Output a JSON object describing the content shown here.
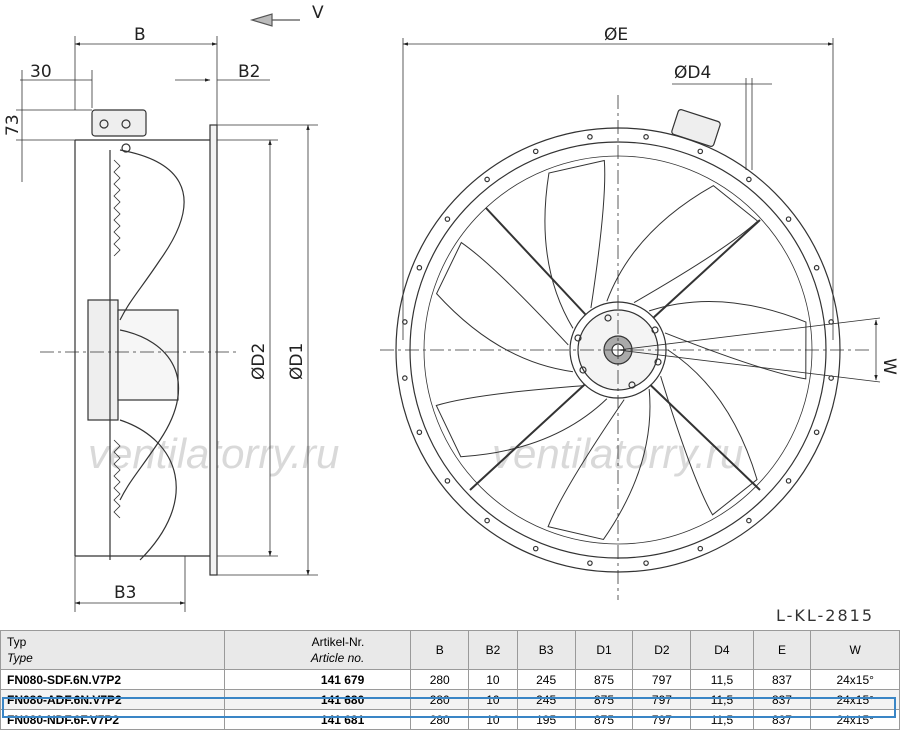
{
  "drawing": {
    "labels": {
      "flow": "V",
      "B": "B",
      "B2": "B2",
      "B3": "B3",
      "d30": "30",
      "d73": "73",
      "D1": "ØD1",
      "D2": "ØD2",
      "E": "ØE",
      "D4": "ØD4",
      "W": "W"
    },
    "watermark": "ventilatorry.ru",
    "code": "L-KL-2815",
    "colors": {
      "line": "#333333",
      "hub": "#aaaaaa",
      "highlight": "#3a86c6",
      "header_bg": "#e9e9e9"
    }
  },
  "table": {
    "headers": [
      {
        "main": "Typ",
        "sub": "Type"
      },
      {
        "main": "Artikel-Nr.",
        "sub": "Article no."
      },
      {
        "main": "B",
        "sub": ""
      },
      {
        "main": "B2",
        "sub": ""
      },
      {
        "main": "B3",
        "sub": ""
      },
      {
        "main": "D1",
        "sub": ""
      },
      {
        "main": "D2",
        "sub": ""
      },
      {
        "main": "D4",
        "sub": ""
      },
      {
        "main": "E",
        "sub": ""
      },
      {
        "main": "W",
        "sub": ""
      }
    ],
    "rows": [
      {
        "type": "FN080-SDF.6N.V7P2",
        "article": "141 679",
        "B": "280",
        "B2": "10",
        "B3": "245",
        "D1": "875",
        "D2": "797",
        "D4": "11,5",
        "E": "837",
        "W": "24x15°"
      },
      {
        "type": "FN080-ADF.6N.V7P2",
        "article": "141 680",
        "B": "280",
        "B2": "10",
        "B3": "245",
        "D1": "875",
        "D2": "797",
        "D4": "11,5",
        "E": "837",
        "W": "24x15°"
      },
      {
        "type": "FN080-NDF.6F.V7P2",
        "article": "141 681",
        "B": "280",
        "B2": "10",
        "B3": "195",
        "D1": "875",
        "D2": "797",
        "D4": "11,5",
        "E": "837",
        "W": "24x15°"
      }
    ],
    "highlighted_row": 1
  }
}
